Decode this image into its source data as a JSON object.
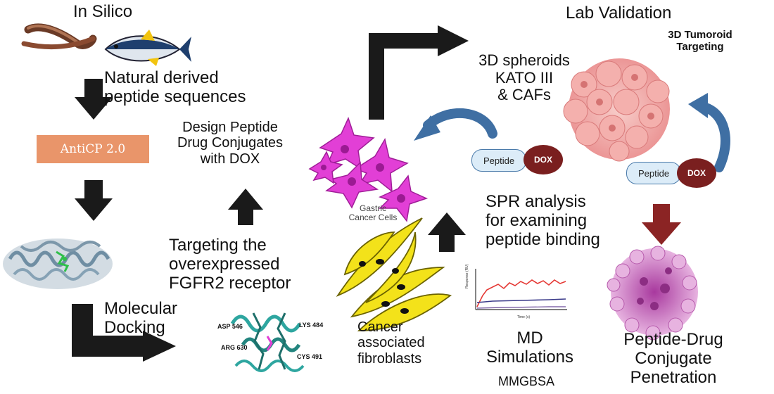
{
  "labels": {
    "in_silico": "In Silico",
    "lab_validation": "Lab Validation",
    "natural_peptides": "Natural derived\npeptide sequences",
    "anticp": "AntiCP 2.0",
    "design_pdc": "Design Peptide\nDrug Conjugates\nwith DOX",
    "targeting_fgfr2": "Targeting the\noverexpressed\nFGFR2 receptor",
    "molecular_docking": "Molecular\nDocking",
    "spheroids": "3D spheroids\nKATO III\n& CAFs",
    "tumoroid_targeting": "3D Tumoroid\nTargeting",
    "gastric_cells": "Gastric\nCancer Cells",
    "spr_analysis": "SPR analysis\nfor examining\npeptide binding",
    "caf": "Cancer\nassociated\nfibroblasts",
    "md_simulations": "MD\nSimulations",
    "mmgbsa": "MMGBSA",
    "pdc_penetration": "Peptide-Drug\nConjugate\nPenetration",
    "peptide": "Peptide",
    "dox": "DOX",
    "residues": [
      "ASP 546",
      "ARG 630",
      "LYS 484",
      "CYS 491"
    ],
    "plot_ylabel": "Response (RU)",
    "plot_xlabel": "Time (s)"
  },
  "colors": {
    "arrow_dark": "#1a1a1a",
    "arrow_red": "#8b2424",
    "curve_blue": "#3f6fa3",
    "anticp_box": "#e9956a",
    "gastric_cell": "#e23fd6",
    "fibroblast": "#f3e21a",
    "tumoroid": "#f2a3a3",
    "penetration": "#c66bbd",
    "dox": "#7a1f1f",
    "peptide_pill": "#dcecf8",
    "protein": "#8aa6b8",
    "receptor": "#2ea6a0",
    "md_trace_red": "#e53935",
    "md_trace_blue": "#3b3b8a"
  },
  "icons": [
    "earthworm-icon",
    "tuna-fish-icon",
    "protein-structure-icon",
    "receptor-structure-icon",
    "md-trace-plot-icon"
  ]
}
